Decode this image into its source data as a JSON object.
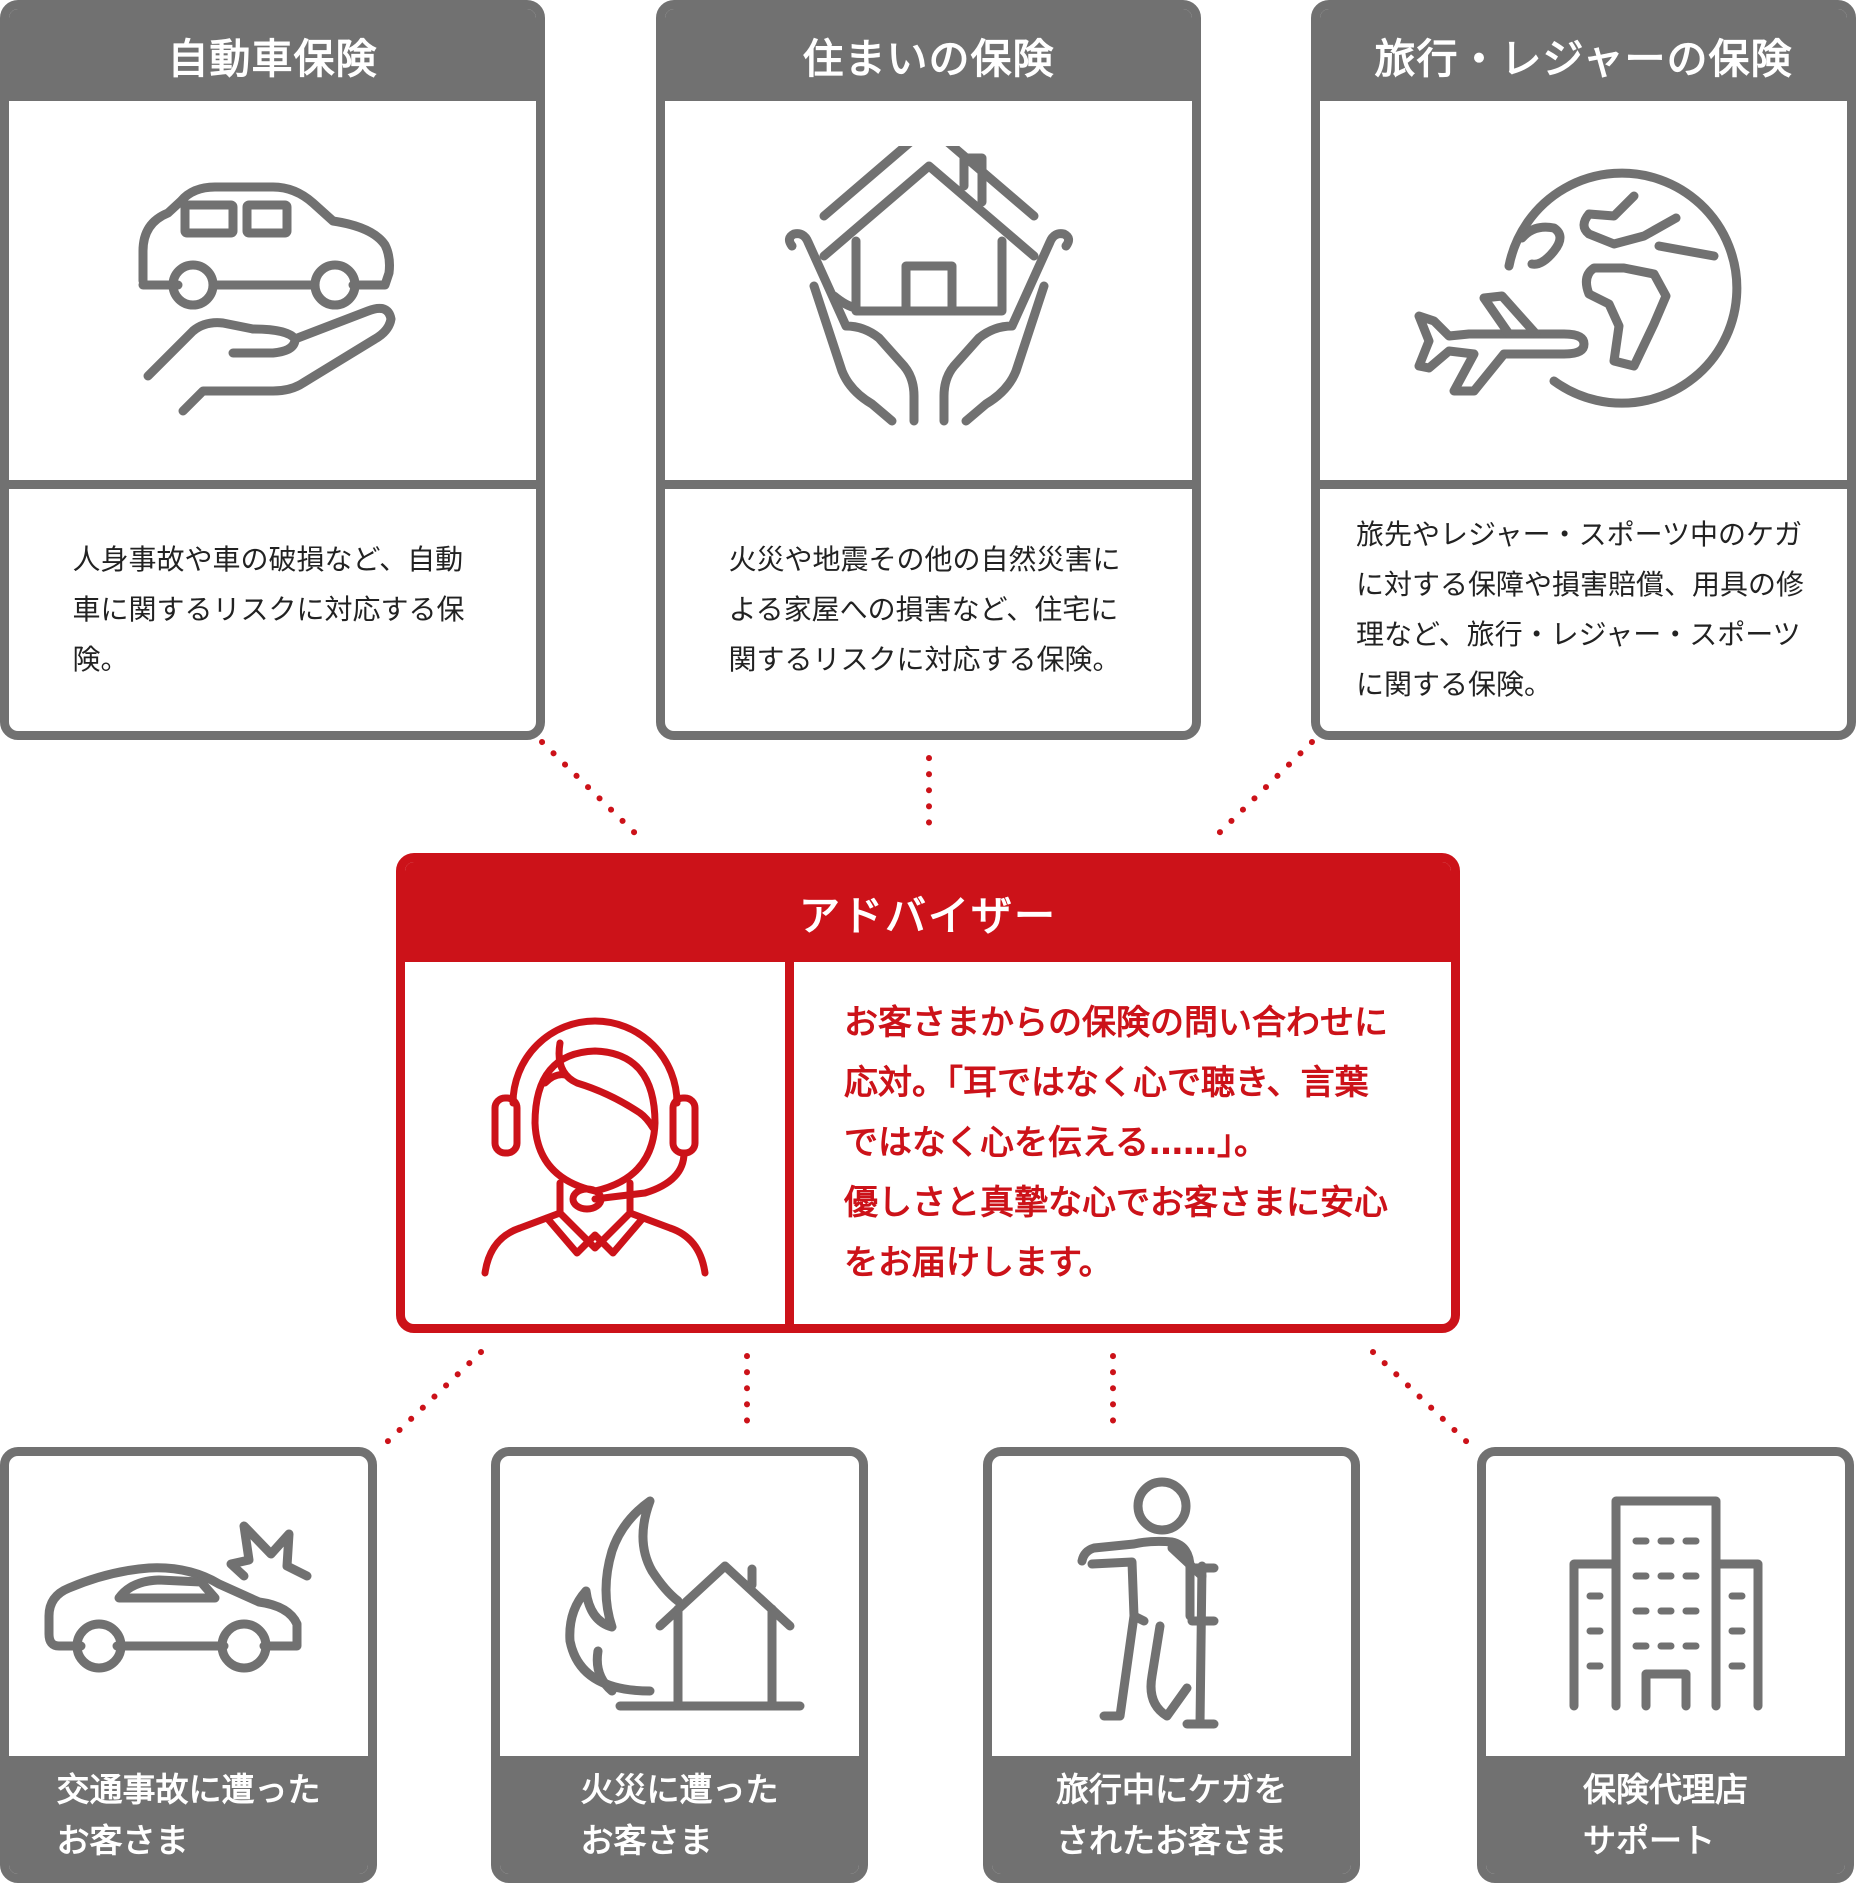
{
  "top_cards": [
    {
      "title": "自動車保険",
      "icon": "car-in-hand-icon",
      "description": "人身事故や車の破損など、自動\n車に関するリスクに対応する保\n険。"
    },
    {
      "title": "住まいの保険",
      "icon": "house-in-hands-icon",
      "description": "火災や地震その他の自然災害に\nよる家屋への損害など、住宅に\n関するリスクに対応する保険。"
    },
    {
      "title": "旅行・レジャーの保険",
      "icon": "globe-airplane-icon",
      "description": "旅先やレジャー・スポーツ中のケガ\nに対する保障や損害賠償、用具の修\n理など、旅行・レジャー・スポーツ\nに関する保険。"
    }
  ],
  "advisor": {
    "title": "アドバイザー",
    "icon": "headset-operator-icon",
    "description": "お客さまからの保険の問い合わせに\n応対。「耳ではなく心で聴き、言葉\nではなく心を伝える……」。\n優しさと真摯な心でお客さまに安心\nをお届けします。"
  },
  "bottom_cards": [
    {
      "label": "交通事故に遭った\nお客さま",
      "icon": "car-crash-icon"
    },
    {
      "label": "火災に遭った\nお客さま",
      "icon": "house-fire-icon"
    },
    {
      "label": "旅行中にケガを\nされたお客さま",
      "icon": "injured-person-crutch-icon"
    },
    {
      "label": "保険代理店\nサポート",
      "icon": "office-building-icon"
    }
  ],
  "colors": {
    "gray": "#717171",
    "red": "#cc1219",
    "background": "#ffffff"
  }
}
